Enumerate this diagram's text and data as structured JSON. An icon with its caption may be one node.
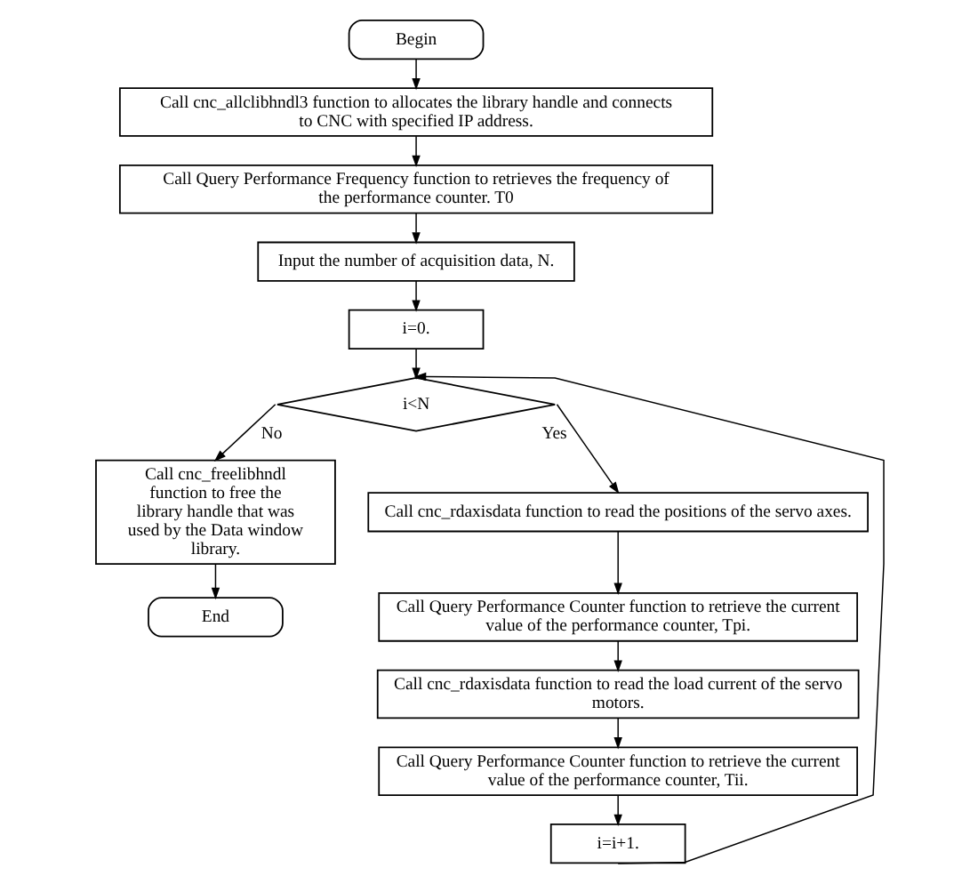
{
  "diagram": {
    "nodes": [
      {
        "text": [
          "Begin"
        ]
      },
      {
        "text": [
          "Call cnc_allclibhndl3 function to allocates the library handle and connects to CNC with specified IP address."
        ]
      },
      {
        "text": [
          "Call Query Performance Frequency function to retrieves the frequency of the performance counter. T0"
        ]
      },
      {
        "text": [
          "Input the number of acquisition data, N."
        ]
      },
      {
        "text": [
          "i=0."
        ]
      },
      {
        "text": [
          "i<N"
        ]
      },
      {
        "text": [
          "Call cnc_freelibhndl function to free the library handle that was used by the Data window library."
        ]
      },
      {
        "text": [
          "End"
        ]
      },
      {
        "text": [
          "Call cnc_rdaxisdata function to read the positions of the servo axes."
        ]
      },
      {
        "text": [
          "Call Query Performance Counter function to retrieve the current value of the performance counter, Tpi."
        ]
      },
      {
        "text": [
          "Call cnc_rdaxisdata function to read the load current of the servo motors."
        ]
      },
      {
        "text": [
          "Call Query Performance Counter function to retrieve the current value of the performance counter, Tii."
        ]
      },
      {
        "text": [
          "i=i+1."
        ]
      }
    ],
    "edges": [
      {
        "from": 0,
        "to": 1,
        "arrow": "to"
      },
      {
        "from": 1,
        "to": 2,
        "arrow": "to"
      },
      {
        "from": 2,
        "to": 3,
        "arrow": "to"
      },
      {
        "from": 3,
        "to": 4,
        "arrow": "to"
      },
      {
        "from": 4,
        "to": 5,
        "arrow": "to"
      },
      {
        "from": 5,
        "to": 6,
        "arrow": "to",
        "label": "No"
      },
      {
        "from": 6,
        "to": 7,
        "arrow": "to"
      },
      {
        "from": 5,
        "to": 8,
        "arrow": "to",
        "label": "Yes"
      },
      {
        "from": 8,
        "to": 9,
        "arrow": "to"
      },
      {
        "from": 9,
        "to": 10,
        "arrow": "to"
      },
      {
        "from": 10,
        "to": 11,
        "arrow": "to"
      },
      {
        "from": 11,
        "to": 12,
        "arrow": "to"
      },
      {
        "from": 12,
        "to": 5,
        "arrow": "to"
      }
    ]
  }
}
